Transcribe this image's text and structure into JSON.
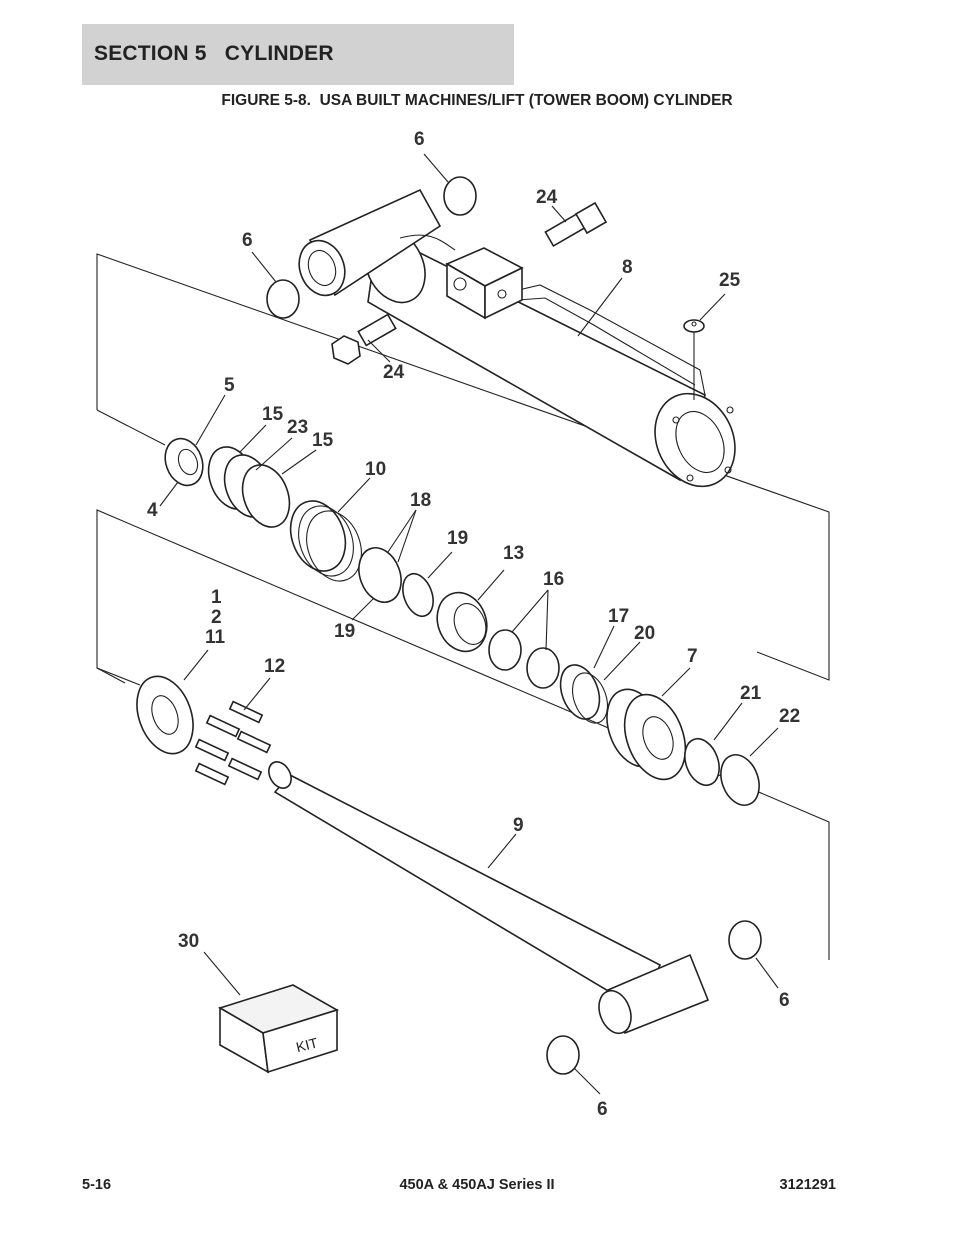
{
  "header": {
    "section_title": "SECTION 5   CYLINDER",
    "figure_title": "FIGURE 5-8.  USA BUILT MACHINES/LIFT (TOWER BOOM) CYLINDER"
  },
  "callouts": {
    "c6_top": "6",
    "c6_left": "6",
    "c24_top": "24",
    "c24_bottom": "24",
    "c8": "8",
    "c25": "25",
    "c5": "5",
    "c4": "4",
    "c15_a": "15",
    "c23": "23",
    "c15_b": "15",
    "c10": "10",
    "c18": "18",
    "c19_a": "19",
    "c19_b": "19",
    "c13": "13",
    "c16": "16",
    "c17": "17",
    "c20": "20",
    "c7": "7",
    "c21": "21",
    "c22": "22",
    "c1": "1",
    "c2": "2",
    "c11": "11",
    "c12": "12",
    "c9": "9",
    "c30": "30",
    "c6_rod_right": "6",
    "c6_rod_bottom": "6"
  },
  "kit_label": "KIT",
  "footer": {
    "page_number": "5-16",
    "model": "450A & 450AJ Series II",
    "doc_number": "3121291"
  }
}
